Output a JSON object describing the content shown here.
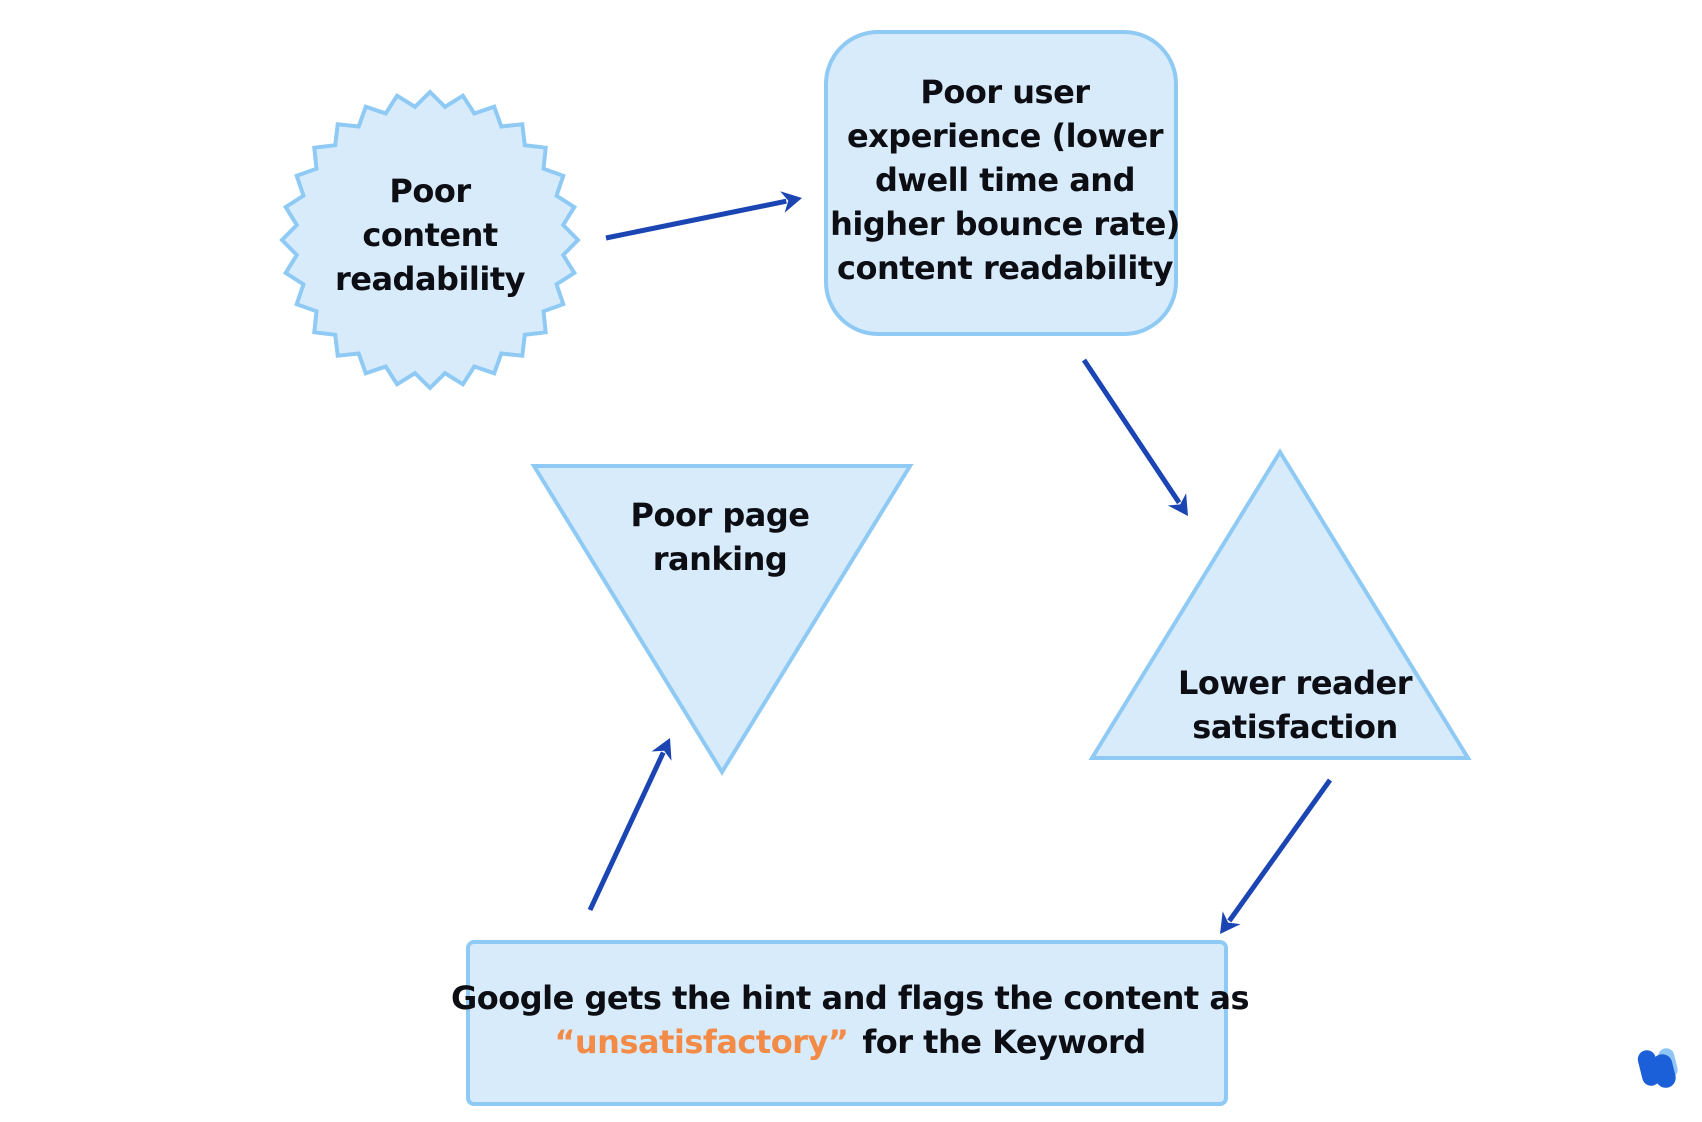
{
  "colors": {
    "shape_fill": "#d8ebfb",
    "shape_stroke": "#8fcaf4",
    "arrow": "#1a45b3",
    "text": "#0d0d14",
    "highlight": "#f38a45",
    "logo_primary": "#1b5fd9",
    "logo_secondary": "#8fc6f5"
  },
  "nodes": {
    "badge": {
      "lines": [
        "Poor",
        "content",
        "readability"
      ]
    },
    "rounded_box": {
      "lines": [
        "Poor user",
        "experience (lower",
        "dwell time and",
        "higher bounce rate)",
        "content readability"
      ]
    },
    "triangle_up": {
      "lines": [
        "Lower reader",
        "satisfaction"
      ]
    },
    "triangle_down": {
      "lines": [
        "Poor page",
        "ranking"
      ]
    },
    "bottom_box": {
      "line1": "Google gets  the hint and flags the content as",
      "highlight": "“unsatisfactory”",
      "line2_rest": "for the Keyword"
    }
  },
  "icons": {
    "brand": "brand-logo-icon",
    "arrow_head": "arrowhead-icon"
  }
}
